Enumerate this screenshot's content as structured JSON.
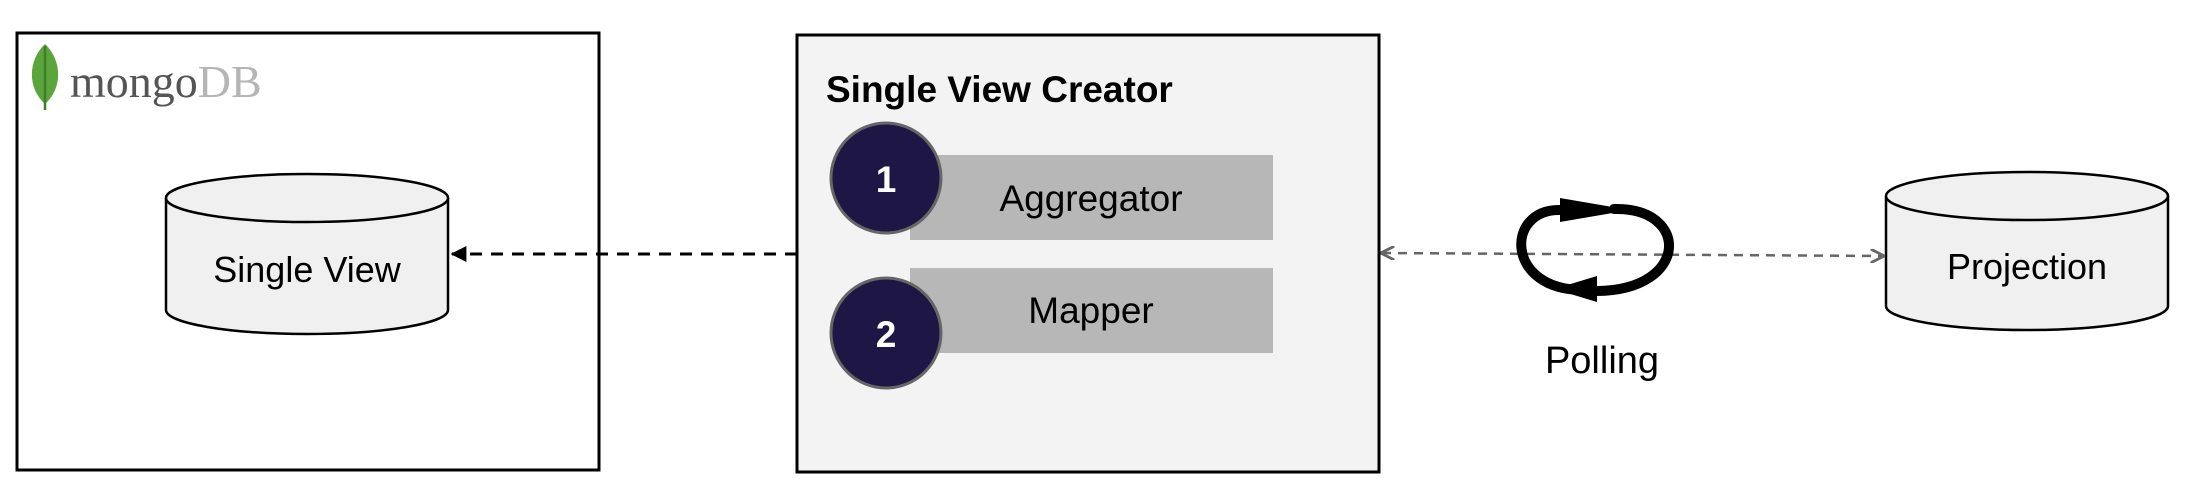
{
  "mongodb_panel": {
    "logo_text_main": "mongo",
    "logo_text_db": "DB",
    "leaf_color": "#5aa63c",
    "database": {
      "label": "Single View"
    }
  },
  "creator_panel": {
    "title": "Single View Creator",
    "steps": [
      {
        "number": "1",
        "label": "Aggregator"
      },
      {
        "number": "2",
        "label": "Mapper"
      }
    ],
    "badge_color": "#1e1645",
    "step_bar_color": "#b7b7b7",
    "panel_fill": "#f3f3f3"
  },
  "polling": {
    "label": "Polling"
  },
  "projection": {
    "database": {
      "label": "Projection"
    }
  }
}
